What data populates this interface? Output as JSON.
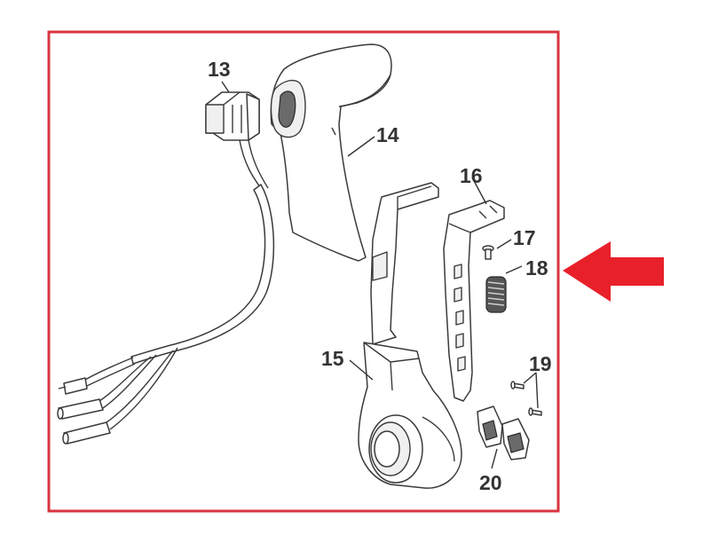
{
  "frame": {
    "border_color": "#d9343f"
  },
  "arrow": {
    "color": "#e8202a",
    "direction": "left"
  },
  "callouts": {
    "c13": "13",
    "c14": "14",
    "c15": "15",
    "c16": "16",
    "c17": "17",
    "c18": "18",
    "c19": "19",
    "c20": "20"
  }
}
